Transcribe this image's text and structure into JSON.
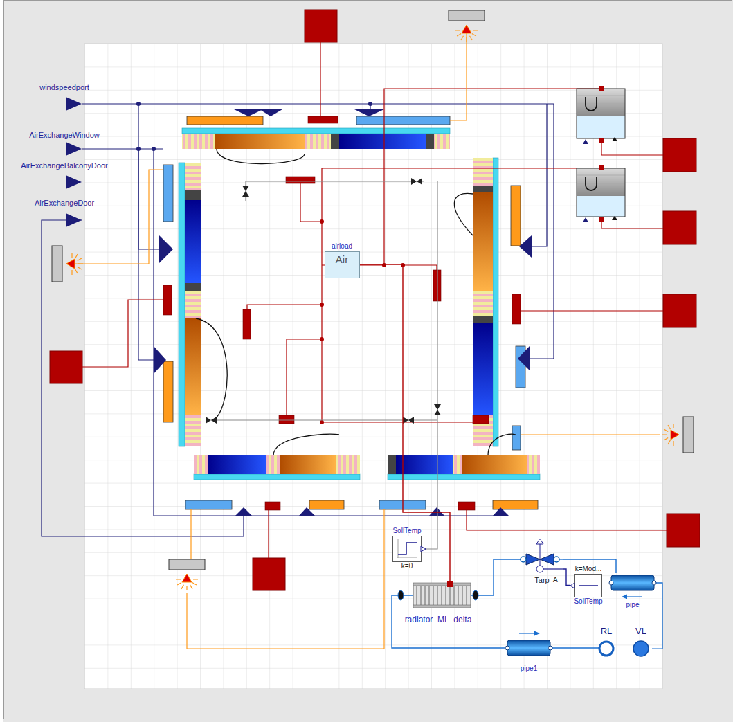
{
  "diagram": {
    "nodes": [
      {
        "text": [
          "windspeedport"
        ]
      },
      {
        "text": [
          "AirExchangeWindow"
        ]
      },
      {
        "text": [
          "AirExchangeBalconyDoor"
        ]
      },
      {
        "text": [
          "AirExchangeDoor"
        ]
      },
      {
        "text": [
          "airload",
          "Air"
        ]
      },
      {
        "text": [
          "SollTemp",
          "k=0"
        ]
      },
      {
        "text": [
          "Tarp"
        ]
      },
      {
        "text": [
          "k=Mod...",
          "SollTemp"
        ]
      },
      {
        "text": [
          "pipe"
        ]
      },
      {
        "text": [
          "radiator_ML_delta"
        ]
      },
      {
        "text": [
          "pipe1"
        ]
      },
      {
        "text": [
          "RL"
        ]
      },
      {
        "text": [
          "VL"
        ]
      }
    ],
    "edges": [
      {
        "from": 12,
        "to": 8,
        "arrow": "none"
      },
      {
        "from": 8,
        "to": 6,
        "arrow": "none"
      },
      {
        "from": 6,
        "to": 9,
        "arrow": "none"
      },
      {
        "from": 9,
        "to": 10,
        "arrow": "none"
      },
      {
        "from": 10,
        "to": 11,
        "arrow": "none"
      },
      {
        "from": 7,
        "to": 6,
        "arrow": "none"
      },
      {
        "from": 4,
        "to": 9,
        "arrow": "none"
      }
    ],
    "labels": [
      "A"
    ]
  }
}
